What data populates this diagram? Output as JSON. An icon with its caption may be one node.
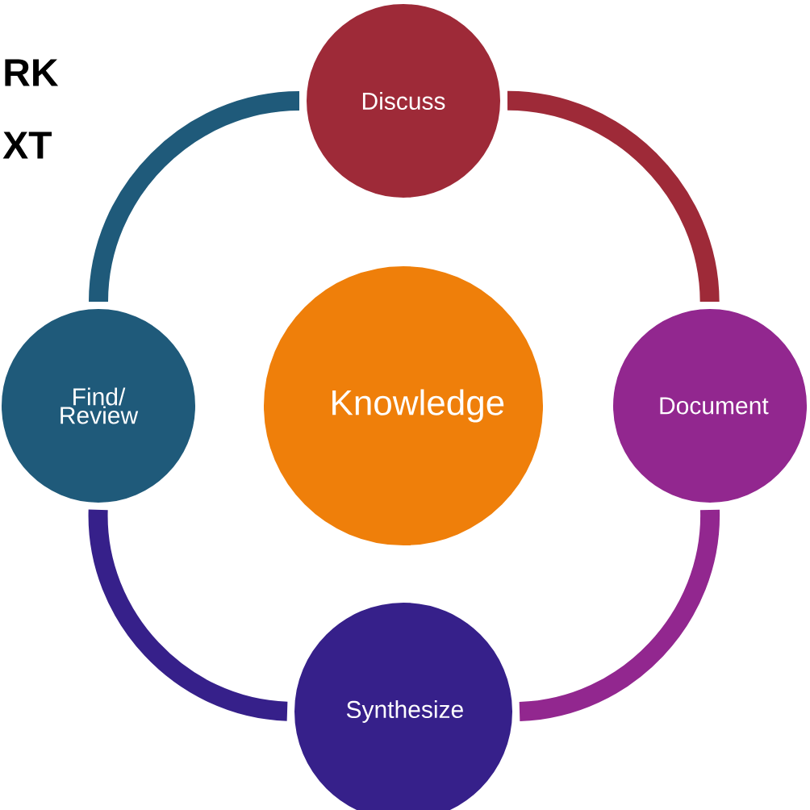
{
  "diagram": {
    "nodes": [
      {
        "text": [
          "Discuss"
        ]
      },
      {
        "text": [
          "Find/ Review"
        ]
      },
      {
        "text": [
          "Knowledge"
        ]
      },
      {
        "text": [
          "Document"
        ]
      },
      {
        "text": [
          "Synthesize"
        ]
      }
    ],
    "edges": [
      {
        "from": 0,
        "to": 3,
        "arrow": "none",
        "color": "#9e2a38"
      },
      {
        "from": 3,
        "to": 4,
        "arrow": "none",
        "color": "#92278f"
      },
      {
        "from": 4,
        "to": 1,
        "arrow": "none",
        "color": "#36208a"
      },
      {
        "from": 1,
        "to": 0,
        "arrow": "none",
        "color": "#1f5a7a"
      }
    ],
    "labels": [
      "RK",
      "XT"
    ]
  }
}
